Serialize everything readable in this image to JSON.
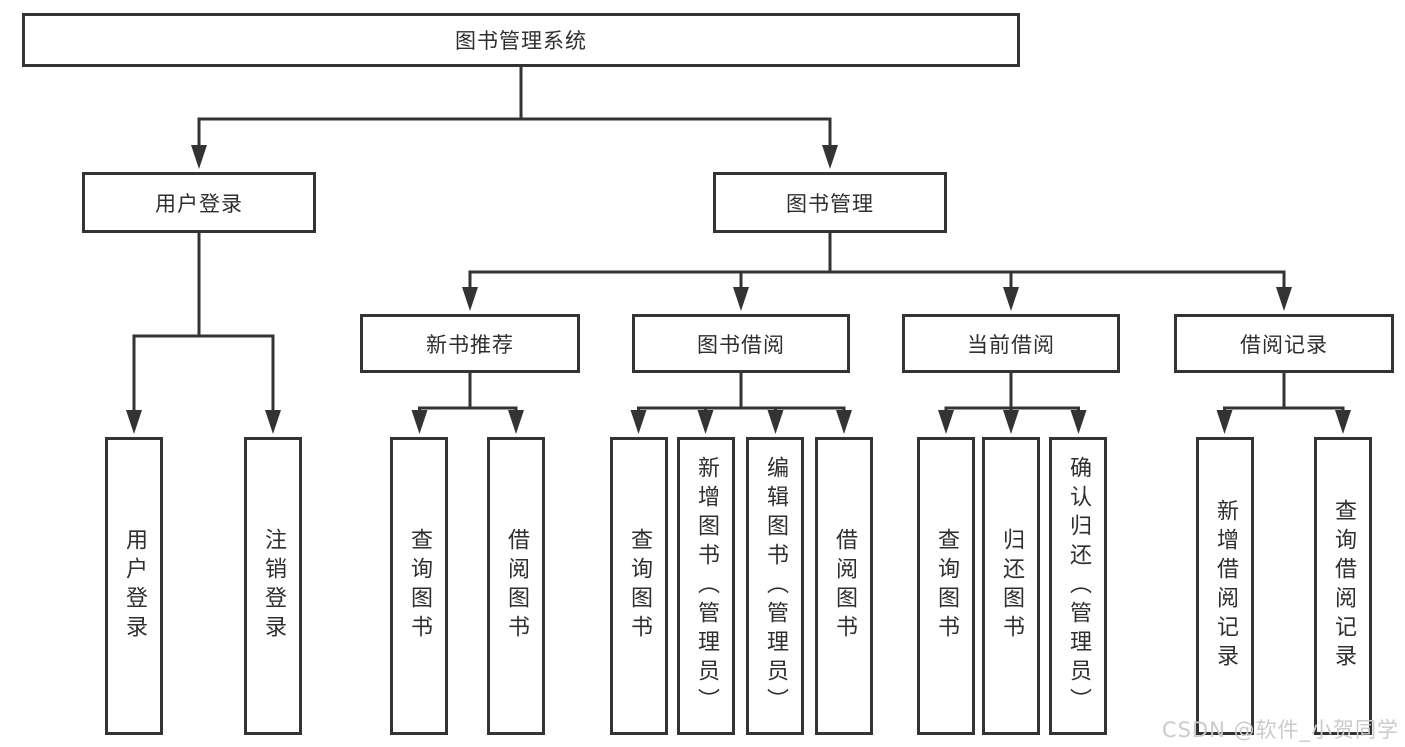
{
  "diagram": {
    "root": {
      "label": "图书管理系统"
    },
    "level2": [
      {
        "label": "用户登录"
      },
      {
        "label": "图书管理"
      }
    ],
    "level3": [
      {
        "label": "新书推荐"
      },
      {
        "label": "图书借阅"
      },
      {
        "label": "当前借阅"
      },
      {
        "label": "借阅记录"
      }
    ],
    "leaves": {
      "user_login": [
        "用户登录",
        "注销登录"
      ],
      "new_book": [
        "查询图书",
        "借阅图书"
      ],
      "book_borrow": [
        "查询图书",
        "新增图书（管理员）",
        "编辑图书（管理员）",
        "借阅图书"
      ],
      "current_borrow": [
        "查询图书",
        "归还图书",
        "确认归还（管理员）"
      ],
      "borrow_record": [
        "新增借阅记录",
        "查询借阅记录"
      ]
    }
  },
  "watermark": {
    "text": "CSDN @软件_小贺同学"
  },
  "colors": {
    "line": "#333333",
    "box_fill": "#ffffff",
    "watermark": "#cbcbcb"
  }
}
